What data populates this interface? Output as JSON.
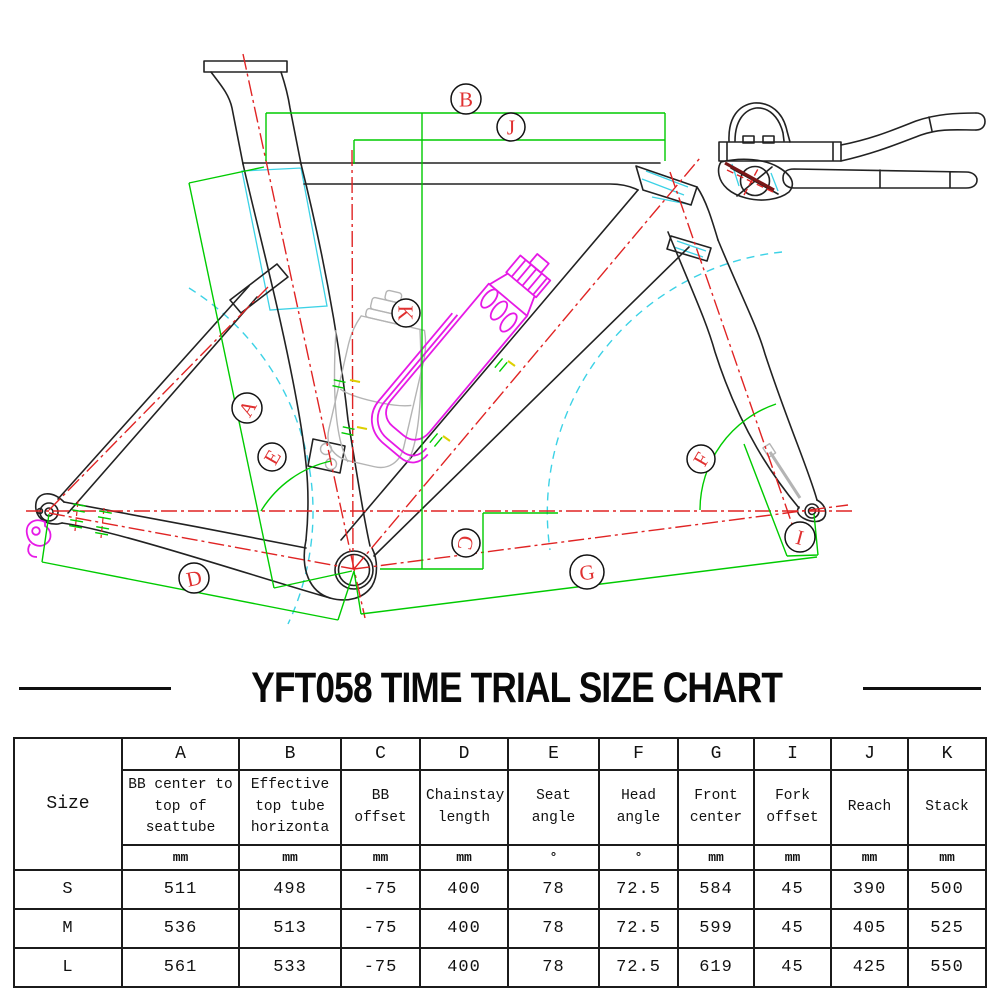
{
  "title": {
    "text": "YFT058 TIME TRIAL SIZE CHART"
  },
  "diagram": {
    "description": "time-trial bicycle frame geometry drawing",
    "labels": [
      {
        "letter": "A"
      },
      {
        "letter": "B"
      },
      {
        "letter": "C"
      },
      {
        "letter": "D"
      },
      {
        "letter": "E"
      },
      {
        "letter": "F"
      },
      {
        "letter": "G"
      },
      {
        "letter": "I"
      },
      {
        "letter": "J"
      },
      {
        "letter": "K"
      }
    ],
    "colors": {
      "frame": "#222222",
      "centerline_red": "#e02424",
      "dimension_green": "#00cb00",
      "wheel_cyan": "#3cd2e6",
      "accessory_magenta": "#e61ae6",
      "stem_maroon": "#7a1717",
      "bolt_yellow": "#ddd000",
      "label_red": "#e03030"
    }
  },
  "table": {
    "size_header": "Size",
    "columns": [
      {
        "letter": "A",
        "desc": "BB center to top of seattube",
        "unit": "mm"
      },
      {
        "letter": "B",
        "desc": "Effective top tube horizonta",
        "unit": "mm"
      },
      {
        "letter": "C",
        "desc": "BB offset",
        "unit": "mm"
      },
      {
        "letter": "D",
        "desc": "Chainstay length",
        "unit": "mm"
      },
      {
        "letter": "E",
        "desc": "Seat angle",
        "unit": "°"
      },
      {
        "letter": "F",
        "desc": "Head angle",
        "unit": "°"
      },
      {
        "letter": "G",
        "desc": "Front center",
        "unit": "mm"
      },
      {
        "letter": "I",
        "desc": "Fork offset",
        "unit": "mm"
      },
      {
        "letter": "J",
        "desc": "Reach",
        "unit": "mm"
      },
      {
        "letter": "K",
        "desc": "Stack",
        "unit": "mm"
      }
    ],
    "rows": [
      {
        "size": "S",
        "values": [
          "511",
          "498",
          "-75",
          "400",
          "78",
          "72.5",
          "584",
          "45",
          "390",
          "500"
        ]
      },
      {
        "size": "M",
        "values": [
          "536",
          "513",
          "-75",
          "400",
          "78",
          "72.5",
          "599",
          "45",
          "405",
          "525"
        ]
      },
      {
        "size": "L",
        "values": [
          "561",
          "533",
          "-75",
          "400",
          "78",
          "72.5",
          "619",
          "45",
          "425",
          "550"
        ]
      }
    ]
  }
}
